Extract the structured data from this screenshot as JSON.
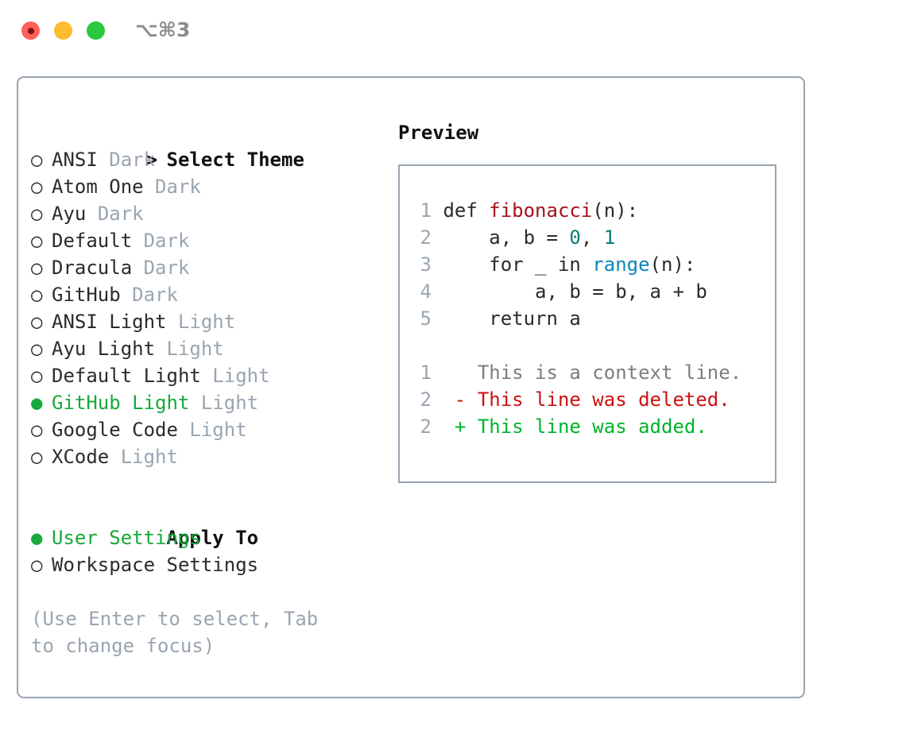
{
  "window": {
    "traffic_lights": [
      "close-red",
      "minimize-yellow",
      "maximize-green"
    ],
    "shortcut": "⌥⌘3"
  },
  "theme_picker": {
    "header": {
      "prefix": "> ",
      "label": "Select Theme",
      "focused": true
    },
    "items": [
      {
        "marker": "○ ",
        "name": "ANSI",
        "variant": "Dark",
        "selected": false
      },
      {
        "marker": "○ ",
        "name": "Atom One",
        "variant": "Dark",
        "selected": false
      },
      {
        "marker": "○ ",
        "name": "Ayu",
        "variant": "Dark",
        "selected": false
      },
      {
        "marker": "○ ",
        "name": "Default",
        "variant": "Dark",
        "selected": false
      },
      {
        "marker": "○ ",
        "name": "Dracula",
        "variant": "Dark",
        "selected": false
      },
      {
        "marker": "○ ",
        "name": "GitHub",
        "variant": "Dark",
        "selected": false
      },
      {
        "marker": "○ ",
        "name": "ANSI Light",
        "variant": "Light",
        "selected": false
      },
      {
        "marker": "○ ",
        "name": "Ayu Light",
        "variant": "Light",
        "selected": false
      },
      {
        "marker": "○ ",
        "name": "Default Light",
        "variant": "Light",
        "selected": false
      },
      {
        "marker": "● ",
        "name": "GitHub Light",
        "variant": "Light",
        "selected": true
      },
      {
        "marker": "○ ",
        "name": "Google Code",
        "variant": "Light",
        "selected": false
      },
      {
        "marker": "○ ",
        "name": "XCode",
        "variant": "Light",
        "selected": false
      }
    ]
  },
  "apply_to": {
    "header": {
      "prefix": "  ",
      "label": "Apply To",
      "focused": false
    },
    "items": [
      {
        "marker": "● ",
        "name": "User Settings",
        "selected": true
      },
      {
        "marker": "○ ",
        "name": "Workspace Settings",
        "selected": false
      }
    ]
  },
  "hint": "(Use Enter to select, Tab to change focus)",
  "preview": {
    "title": "Preview",
    "code_lines": [
      {
        "number": "1",
        "tokens": [
          {
            "text": "def ",
            "kind": "plain"
          },
          {
            "text": "fibonacci",
            "kind": "fn"
          },
          {
            "text": "(n):",
            "kind": "plain"
          }
        ]
      },
      {
        "number": "2",
        "tokens": [
          {
            "text": "    a, b = ",
            "kind": "plain"
          },
          {
            "text": "0",
            "kind": "num"
          },
          {
            "text": ", ",
            "kind": "plain"
          },
          {
            "text": "1",
            "kind": "num"
          }
        ]
      },
      {
        "number": "3",
        "tokens": [
          {
            "text": "    for _ in ",
            "kind": "plain"
          },
          {
            "text": "range",
            "kind": "bi"
          },
          {
            "text": "(n):",
            "kind": "plain"
          }
        ]
      },
      {
        "number": "4",
        "tokens": [
          {
            "text": "        a, b = b, a + b",
            "kind": "plain"
          }
        ]
      },
      {
        "number": "5",
        "tokens": [
          {
            "text": "    return a",
            "kind": "plain"
          }
        ]
      }
    ],
    "diff_lines": [
      {
        "number": "1",
        "sign": "  ",
        "text": "This is a context line.",
        "kind": "ctx"
      },
      {
        "number": "2",
        "sign": "- ",
        "text": "This line was deleted.",
        "kind": "del"
      },
      {
        "number": "2",
        "sign": "+ ",
        "text": "This line was added.",
        "kind": "add"
      }
    ]
  },
  "colors": {
    "accent_green": "#17a93c",
    "border": "#98a4b3",
    "dim_text": "#9aa5b1",
    "diff_add": "#00b32c",
    "diff_del": "#cc1111",
    "syntax_function": "#a4131b",
    "syntax_number": "#0b7b78",
    "syntax_builtin": "#0a86b8"
  }
}
